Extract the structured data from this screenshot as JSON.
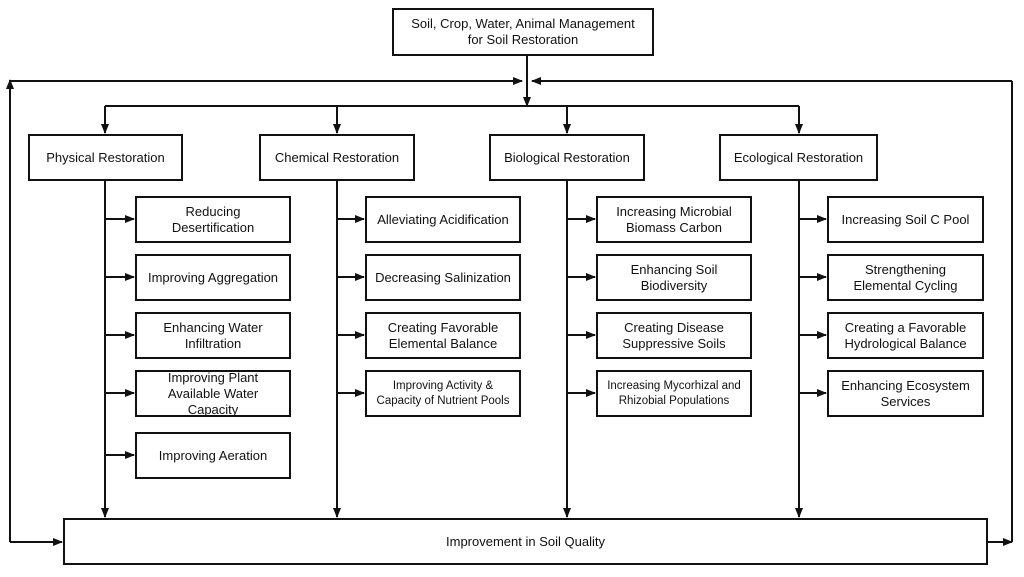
{
  "top_box": "Soil, Crop, Water, Animal Management\nfor Soil Restoration",
  "bottom_box": "Improvement in Soil Quality",
  "columns": [
    {
      "header": "Physical Restoration",
      "items": [
        "Reducing\nDesertification",
        "Improving Aggregation",
        "Enhancing Water\nInfiltration",
        "Improving Plant\nAvailable Water Capacity",
        "Improving Aeration"
      ]
    },
    {
      "header": "Chemical Restoration",
      "items": [
        "Alleviating Acidification",
        "Decreasing Salinization",
        "Creating Favorable\nElemental Balance",
        "Improving Activity &\nCapacity of Nutrient Pools"
      ]
    },
    {
      "header": "Biological Restoration",
      "items": [
        "Increasing Microbial\nBiomass Carbon",
        "Enhancing Soil\nBiodiversity",
        "Creating Disease\nSuppressive Soils",
        "Increasing Mycorhizal and\nRhizobial Populations"
      ]
    },
    {
      "header": "Ecological Restoration",
      "items": [
        "Increasing Soil C Pool",
        "Strengthening\nElemental Cycling",
        "Creating a Favorable\nHydrological Balance",
        "Enhancing Ecosystem\nServices"
      ]
    }
  ]
}
